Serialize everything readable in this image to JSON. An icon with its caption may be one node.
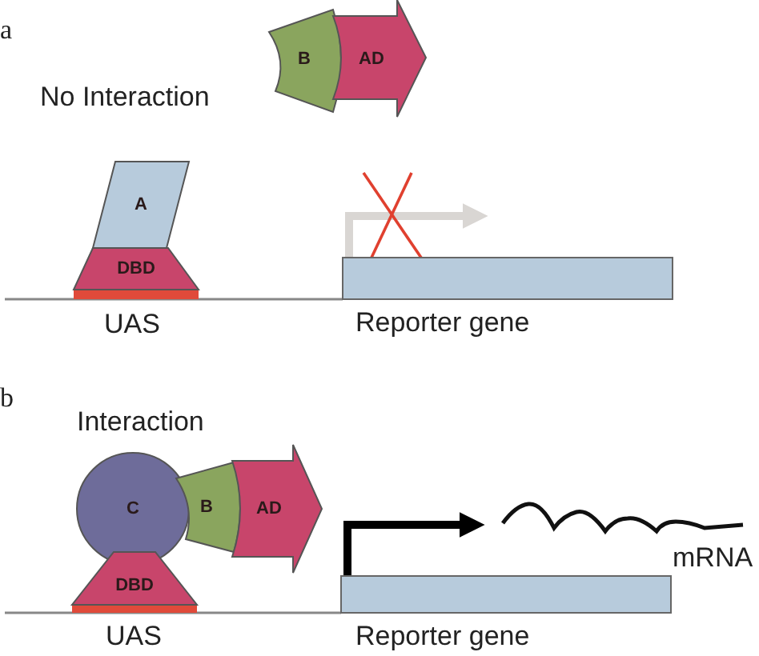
{
  "diagram": {
    "nodes": [
      {
        "text": [
          "B"
        ]
      },
      {
        "text": [
          "AD"
        ]
      },
      {
        "text": [
          "A"
        ]
      },
      {
        "text": [
          "DBD"
        ]
      },
      {
        "text": [],
        "shape": "bar",
        "beside": [
          "Reporter gene"
        ]
      },
      {
        "text": [
          "C"
        ]
      },
      {
        "text": [
          "B"
        ]
      },
      {
        "text": [
          "AD"
        ]
      },
      {
        "text": [
          "DBD"
        ]
      },
      {
        "text": [],
        "shape": "bar",
        "beside": [
          "Reporter gene"
        ]
      }
    ],
    "edges": [
      {
        "from": 4,
        "to": null,
        "arrow": "to",
        "color": "#d9d6d3"
      },
      {
        "from": 9,
        "to": null,
        "arrow": "to",
        "color": "#000000"
      }
    ],
    "labels": [
      "a",
      "No Interaction",
      "UAS",
      "b",
      "Interaction",
      "UAS",
      "mRNA"
    ]
  }
}
